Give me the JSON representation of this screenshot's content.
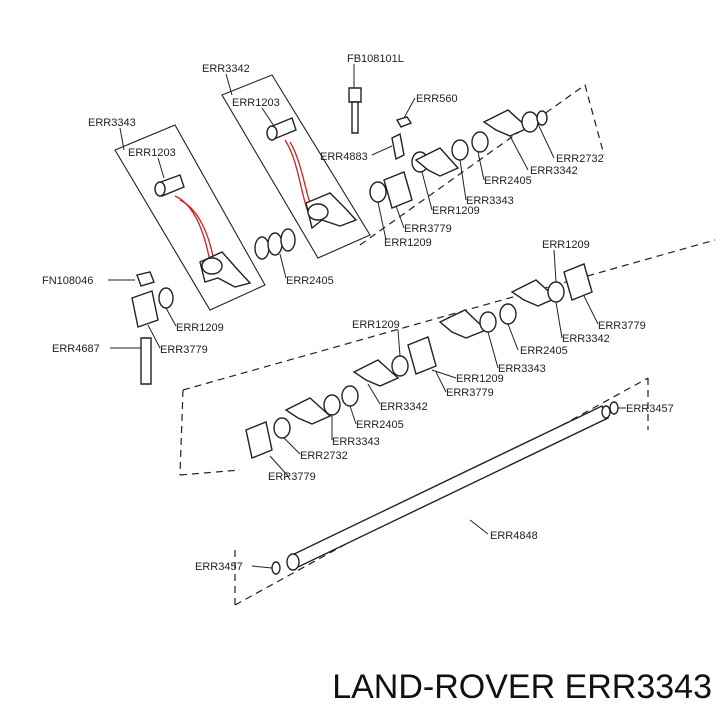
{
  "caption": "LAND-ROVER ERR3343",
  "labels": {
    "fb108101l": "FB108101L",
    "err3342_top": "ERR3342",
    "err1203_right": "ERR1203",
    "err3343_left": "ERR3343",
    "err1203_left": "ERR1203",
    "err560": "ERR560",
    "err4883": "ERR4883",
    "err2732_top": "ERR2732",
    "err3342_upper": "ERR3342",
    "err2405_upper": "ERR2405",
    "err3343_upper": "ERR3343",
    "err1209_upper_a": "ERR1209",
    "err3779_upper": "ERR3779",
    "err1209_upper_b": "ERR1209",
    "err2405_box": "ERR2405",
    "fn108046": "FN108046",
    "err1209_left": "ERR1209",
    "err3779_left": "ERR3779",
    "err4687": "ERR4687",
    "err1209_mid_top": "ERR1209",
    "err3779_mid_right": "ERR3779",
    "err3342_mid": "ERR3342",
    "err2405_mid": "ERR2405",
    "err3343_mid": "ERR3343",
    "err1209_mid": "ERR1209",
    "err1209_mid_left": "ERR1209",
    "err3779_mid": "ERR3779",
    "err3342_low": "ERR3342",
    "err2405_low": "ERR2405",
    "err3343_low": "ERR3343",
    "err2732_low": "ERR2732",
    "err3779_low": "ERR3779",
    "err3457_right": "ERR3457",
    "err4848": "ERR4848",
    "err3457_left": "ERR3457"
  }
}
